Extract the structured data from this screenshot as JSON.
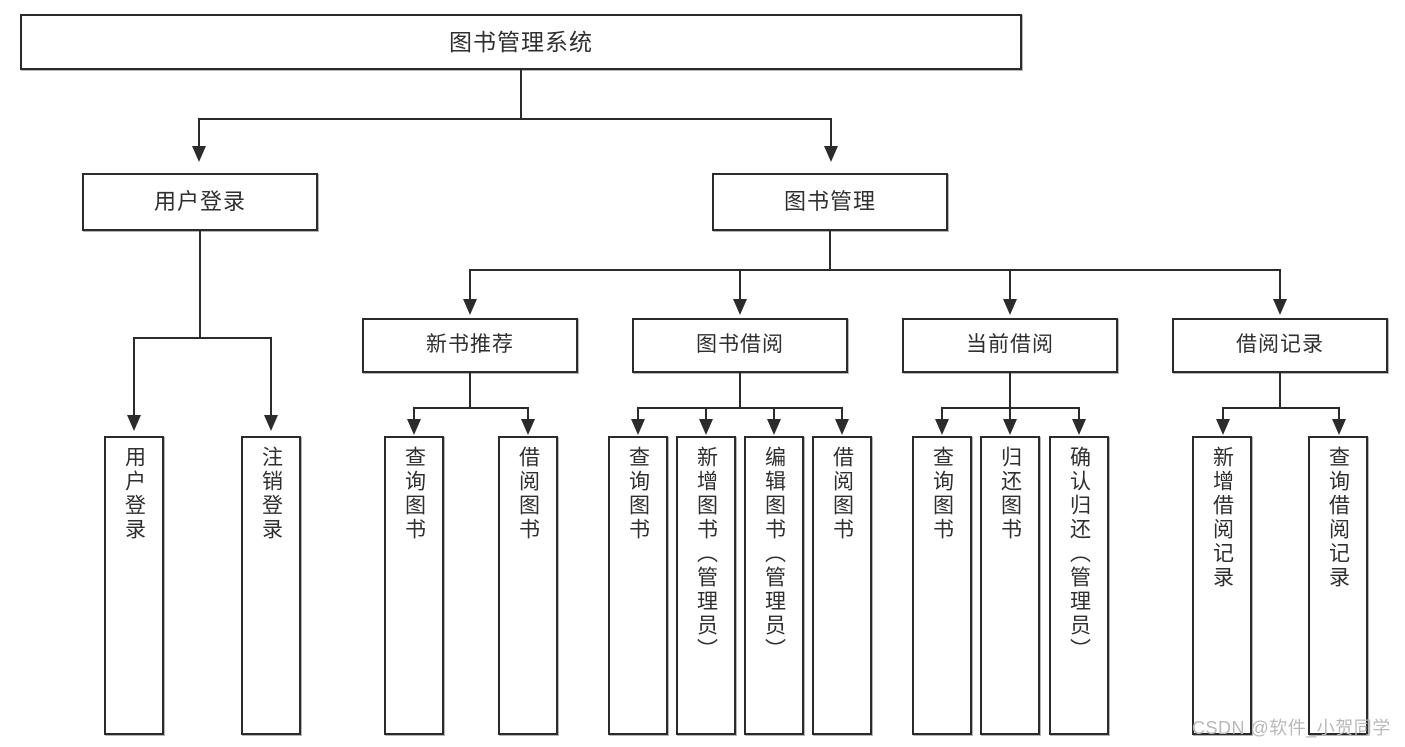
{
  "diagram": {
    "title": "图书管理系统",
    "type": "hierarchy-tree",
    "root": {
      "label": "图书管理系统"
    },
    "level1": [
      {
        "label": "用户登录"
      },
      {
        "label": "图书管理"
      }
    ],
    "level2": [
      {
        "label": "新书推荐"
      },
      {
        "label": "图书借阅"
      },
      {
        "label": "当前借阅"
      },
      {
        "label": "借阅记录"
      }
    ],
    "leaves": {
      "user_login": [
        {
          "label": "用户登录"
        },
        {
          "label": "注销登录"
        }
      ],
      "new_book_recommend": [
        {
          "label": "查询图书"
        },
        {
          "label": "借阅图书"
        }
      ],
      "book_borrow": [
        {
          "label": "查询图书"
        },
        {
          "label": "新增图书（管理员）"
        },
        {
          "label": "编辑图书（管理员）"
        },
        {
          "label": "借阅图书"
        }
      ],
      "current_borrow": [
        {
          "label": "查询图书"
        },
        {
          "label": "归还图书"
        },
        {
          "label": "确认归还（管理员）"
        }
      ],
      "borrow_record": [
        {
          "label": "新增借阅记录"
        },
        {
          "label": "查询借阅记录"
        }
      ]
    }
  },
  "watermark": {
    "text": "CSDN @软件_小贺同学"
  },
  "colors": {
    "background": "#ffffff",
    "box_border": "#2b2b2b",
    "text": "#2f2f2f",
    "connector": "#2b2b2b",
    "watermark": "#b9b9b9"
  }
}
